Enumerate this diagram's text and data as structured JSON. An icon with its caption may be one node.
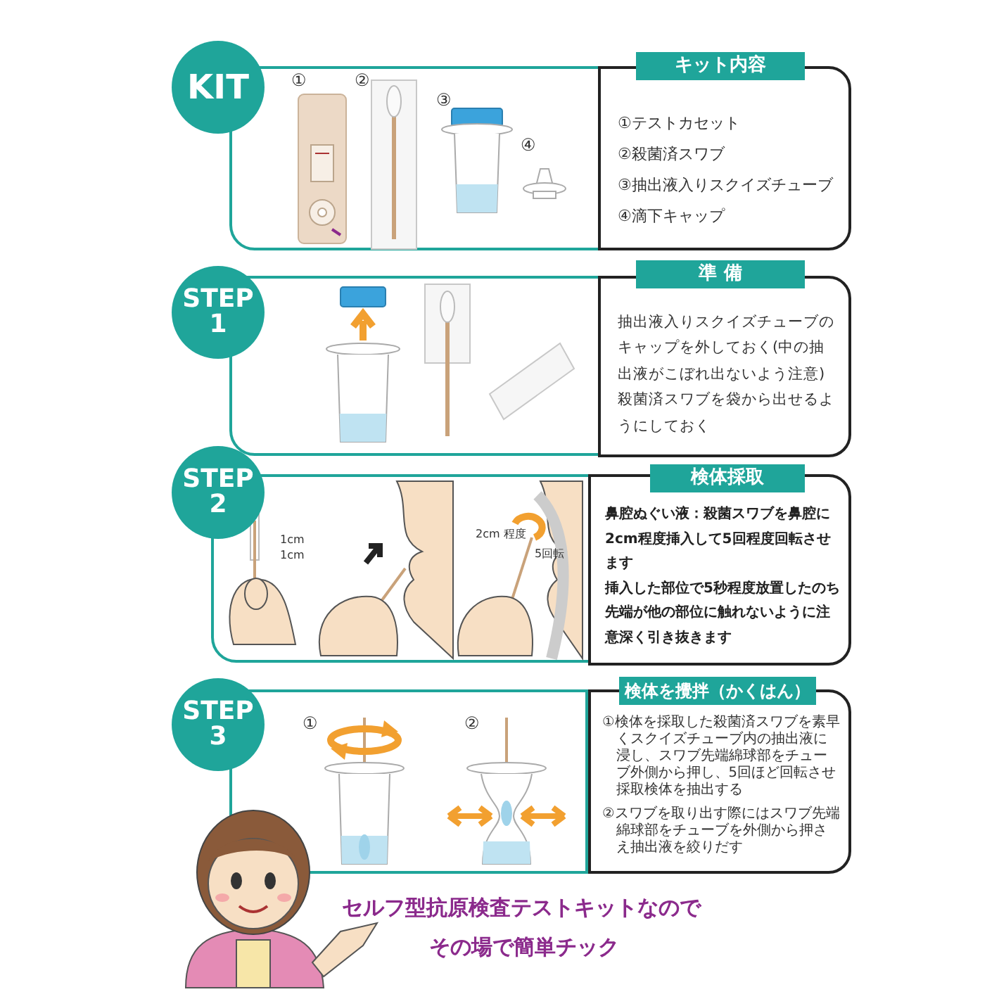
{
  "diagram": {
    "nodes": [
      {
        "text": [
          "KIT"
        ]
      },
      {
        "text": [
          "キット内容",
          "①テストカセット",
          "②殺菌済スワブ",
          "③抽出液入りスクイズチューブ",
          "④滴下キャップ"
        ]
      },
      {
        "text": [
          "STEP 1"
        ]
      },
      {
        "text": [
          "準 備",
          "抽出液入りスクイズチューブのキャップを外しておく(中の抽出液がこぼれ出ないよう注意)殺菌済スワブを袋から出せるようにしておく"
        ]
      },
      {
        "text": [
          "STEP 2"
        ]
      },
      {
        "text": [
          "検体採取",
          "鼻腔ぬぐい液：殺菌スワブを鼻腔に2cm程度挿入して5回程度回転させます",
          "挿入した部位で5秒程度放置したのち先端が他の部位に触れないように注意深く引き抜きます"
        ]
      },
      {
        "text": [
          "STEP 3"
        ]
      },
      {
        "text": [
          "検体を攪拌（かくはん）",
          "①検体を採取した殺菌済スワブを素早くスクイズチューブ内の抽出液に浸し、スワブ先端綿球部をチューブ外側から押し、5回ほど回転させ採取検体を抽出する",
          "②スワブを取り出す際にはスワブ先端綿球部をチューブを外側から押さえ抽出液を絞りだす"
        ]
      }
    ],
    "labels": [
      "①",
      "②",
      "③",
      "④",
      "1cm",
      "1cm",
      "2cm 程度",
      "5回転",
      "①",
      "②",
      "セルフ型抗原検査テストキットなので",
      "その場で簡単チック"
    ]
  }
}
